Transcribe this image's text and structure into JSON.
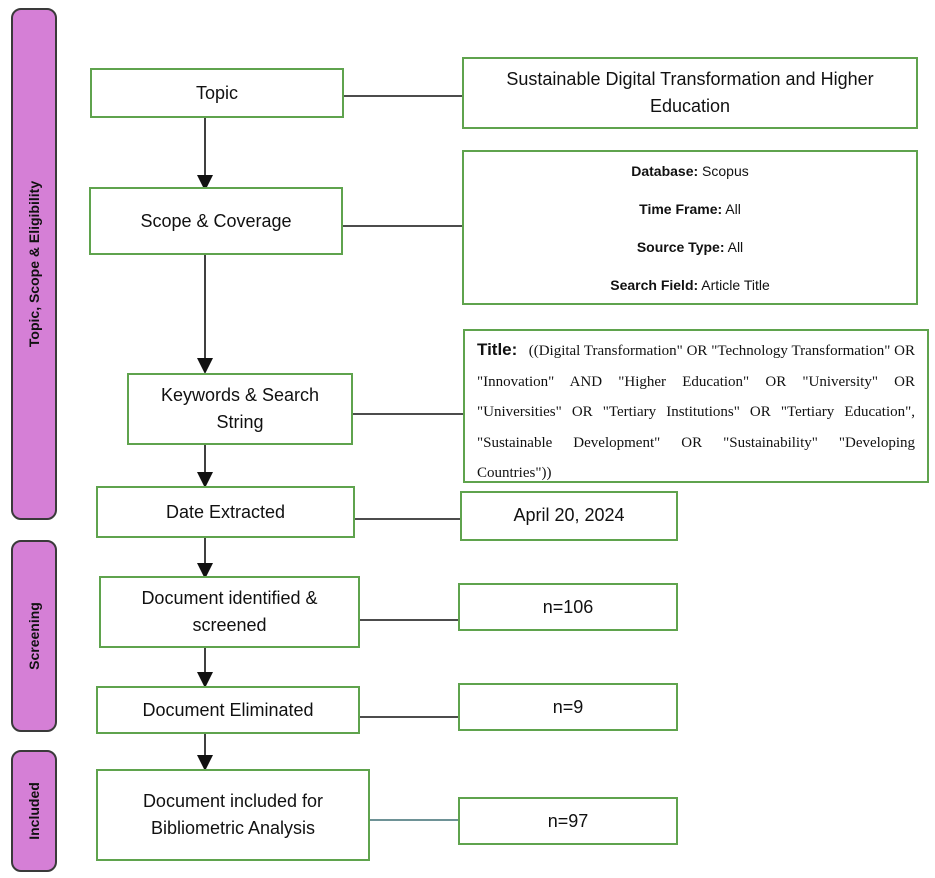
{
  "phases": {
    "topic": "Topic, Scope & Eligibility",
    "screening": "Screening",
    "included": "Included"
  },
  "steps": {
    "topic": "Topic",
    "scope": "Scope & Coverage",
    "keywords": "Keywords & Search String",
    "date": "Date Extracted",
    "identified": "Document identified & screened",
    "eliminated": "Document Eliminated",
    "included": "Document included for Bibliometric Analysis"
  },
  "details": {
    "topic": "Sustainable Digital Transformation and Higher Education",
    "scope": {
      "database_label": "Database:",
      "database_value": "Scopus",
      "timeframe_label": "Time Frame:",
      "timeframe_value": "All",
      "source_label": "Source Type:",
      "source_value": "All",
      "field_label": "Search Field:",
      "field_value": "Article Title"
    },
    "title_label": "Title:",
    "title_string": "((Digital Transformation\" OR \"Technology Transformation\" OR \"Innovation\" AND \"Higher Education\" OR \"University\" OR \"Universities\" OR \"Tertiary Institutions\" OR \"Tertiary Education\", \"Sustainable Development\" OR \"Sustainability\" \"Developing Countries\"))",
    "date": "April 20, 2024",
    "identified": "n=106",
    "eliminated": "n=9",
    "included": "n=97"
  }
}
